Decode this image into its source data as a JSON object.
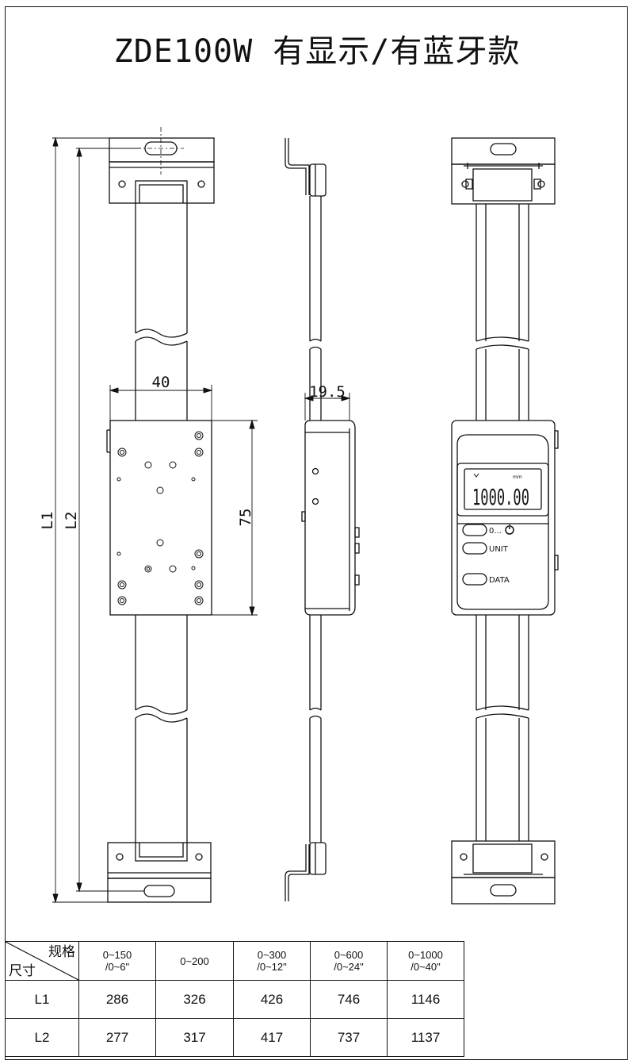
{
  "title": "ZDE100W 有显示/有蓝牙款",
  "dimensions": {
    "L1": "L1",
    "L2": "L2",
    "width_40": "40",
    "height_75": "75",
    "depth_19_5": "19.5"
  },
  "display": {
    "reading": "1000.00",
    "unit": "mm"
  },
  "buttons": {
    "zero_on": "0...",
    "unit": "UNIT",
    "data": "DATA"
  },
  "table": {
    "corner_spec": "规格",
    "corner_size": "尺寸",
    "headers": [
      {
        "top": "0~150",
        "bottom": "/0~6\""
      },
      {
        "top": "0~200",
        "bottom": ""
      },
      {
        "top": "0~300",
        "bottom": "/0~12\""
      },
      {
        "top": "0~600",
        "bottom": "/0~24\""
      },
      {
        "top": "0~1000",
        "bottom": "/0~40\""
      }
    ],
    "rows": [
      {
        "label": "L1",
        "values": [
          "286",
          "326",
          "426",
          "746",
          "1146"
        ]
      },
      {
        "label": "L2",
        "values": [
          "277",
          "317",
          "417",
          "737",
          "1137"
        ]
      }
    ]
  }
}
